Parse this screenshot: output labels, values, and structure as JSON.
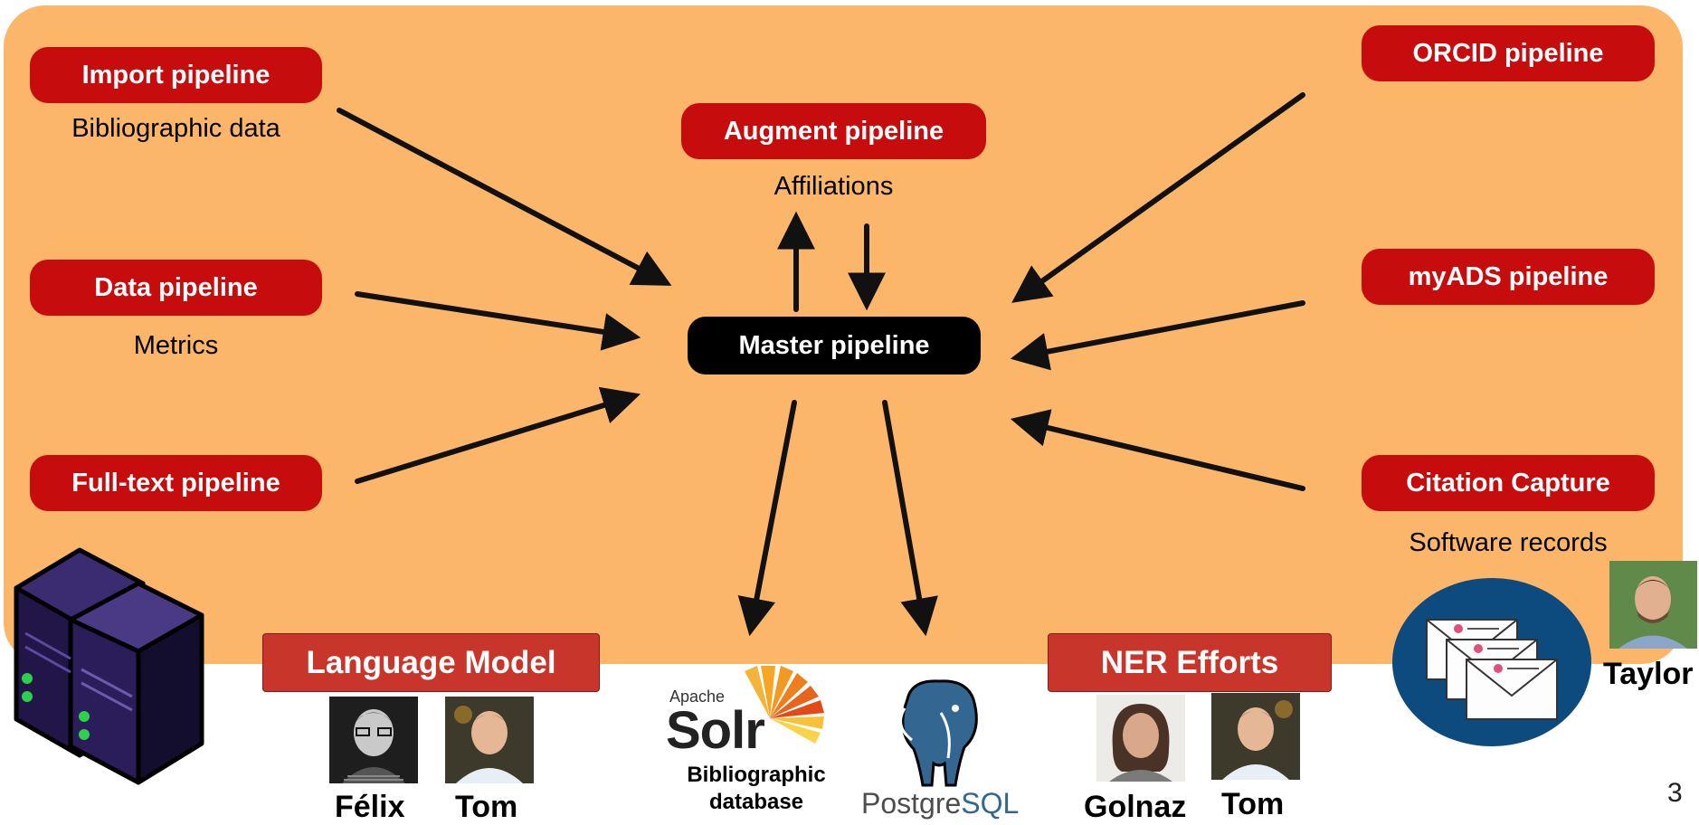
{
  "pipelines": {
    "import": {
      "label": "Import pipeline",
      "subtitle": "Bibliographic data"
    },
    "data": {
      "label": "Data pipeline",
      "subtitle": "Metrics"
    },
    "fulltext": {
      "label": "Full-text pipeline"
    },
    "augment": {
      "label": "Augment pipeline",
      "subtitle": "Affiliations"
    },
    "master": {
      "label": "Master pipeline"
    },
    "orcid": {
      "label": "ORCID pipeline"
    },
    "myads": {
      "label": "myADS pipeline"
    },
    "citation": {
      "label": "Citation Capture",
      "subtitle": "Software records"
    }
  },
  "language_model": {
    "label": "Language Model",
    "people": [
      "Félix",
      "Tom"
    ]
  },
  "ner": {
    "label": "NER Efforts",
    "people": [
      "Golnaz",
      "Tom"
    ]
  },
  "solr": {
    "apache": "Apache",
    "name": "Solr",
    "caption_line1": "Bibliographic",
    "caption_line2": "database"
  },
  "postgres": {
    "text_a": "Postgre",
    "text_b": "SQL"
  },
  "taylor": {
    "name": "Taylor"
  },
  "page_number": "3",
  "colors": {
    "panel": "#fcb66a",
    "pill": "#c60c0c",
    "box": "#c8352b",
    "postgres_blue": "#336791",
    "email_circle": "#0d4a7e"
  }
}
